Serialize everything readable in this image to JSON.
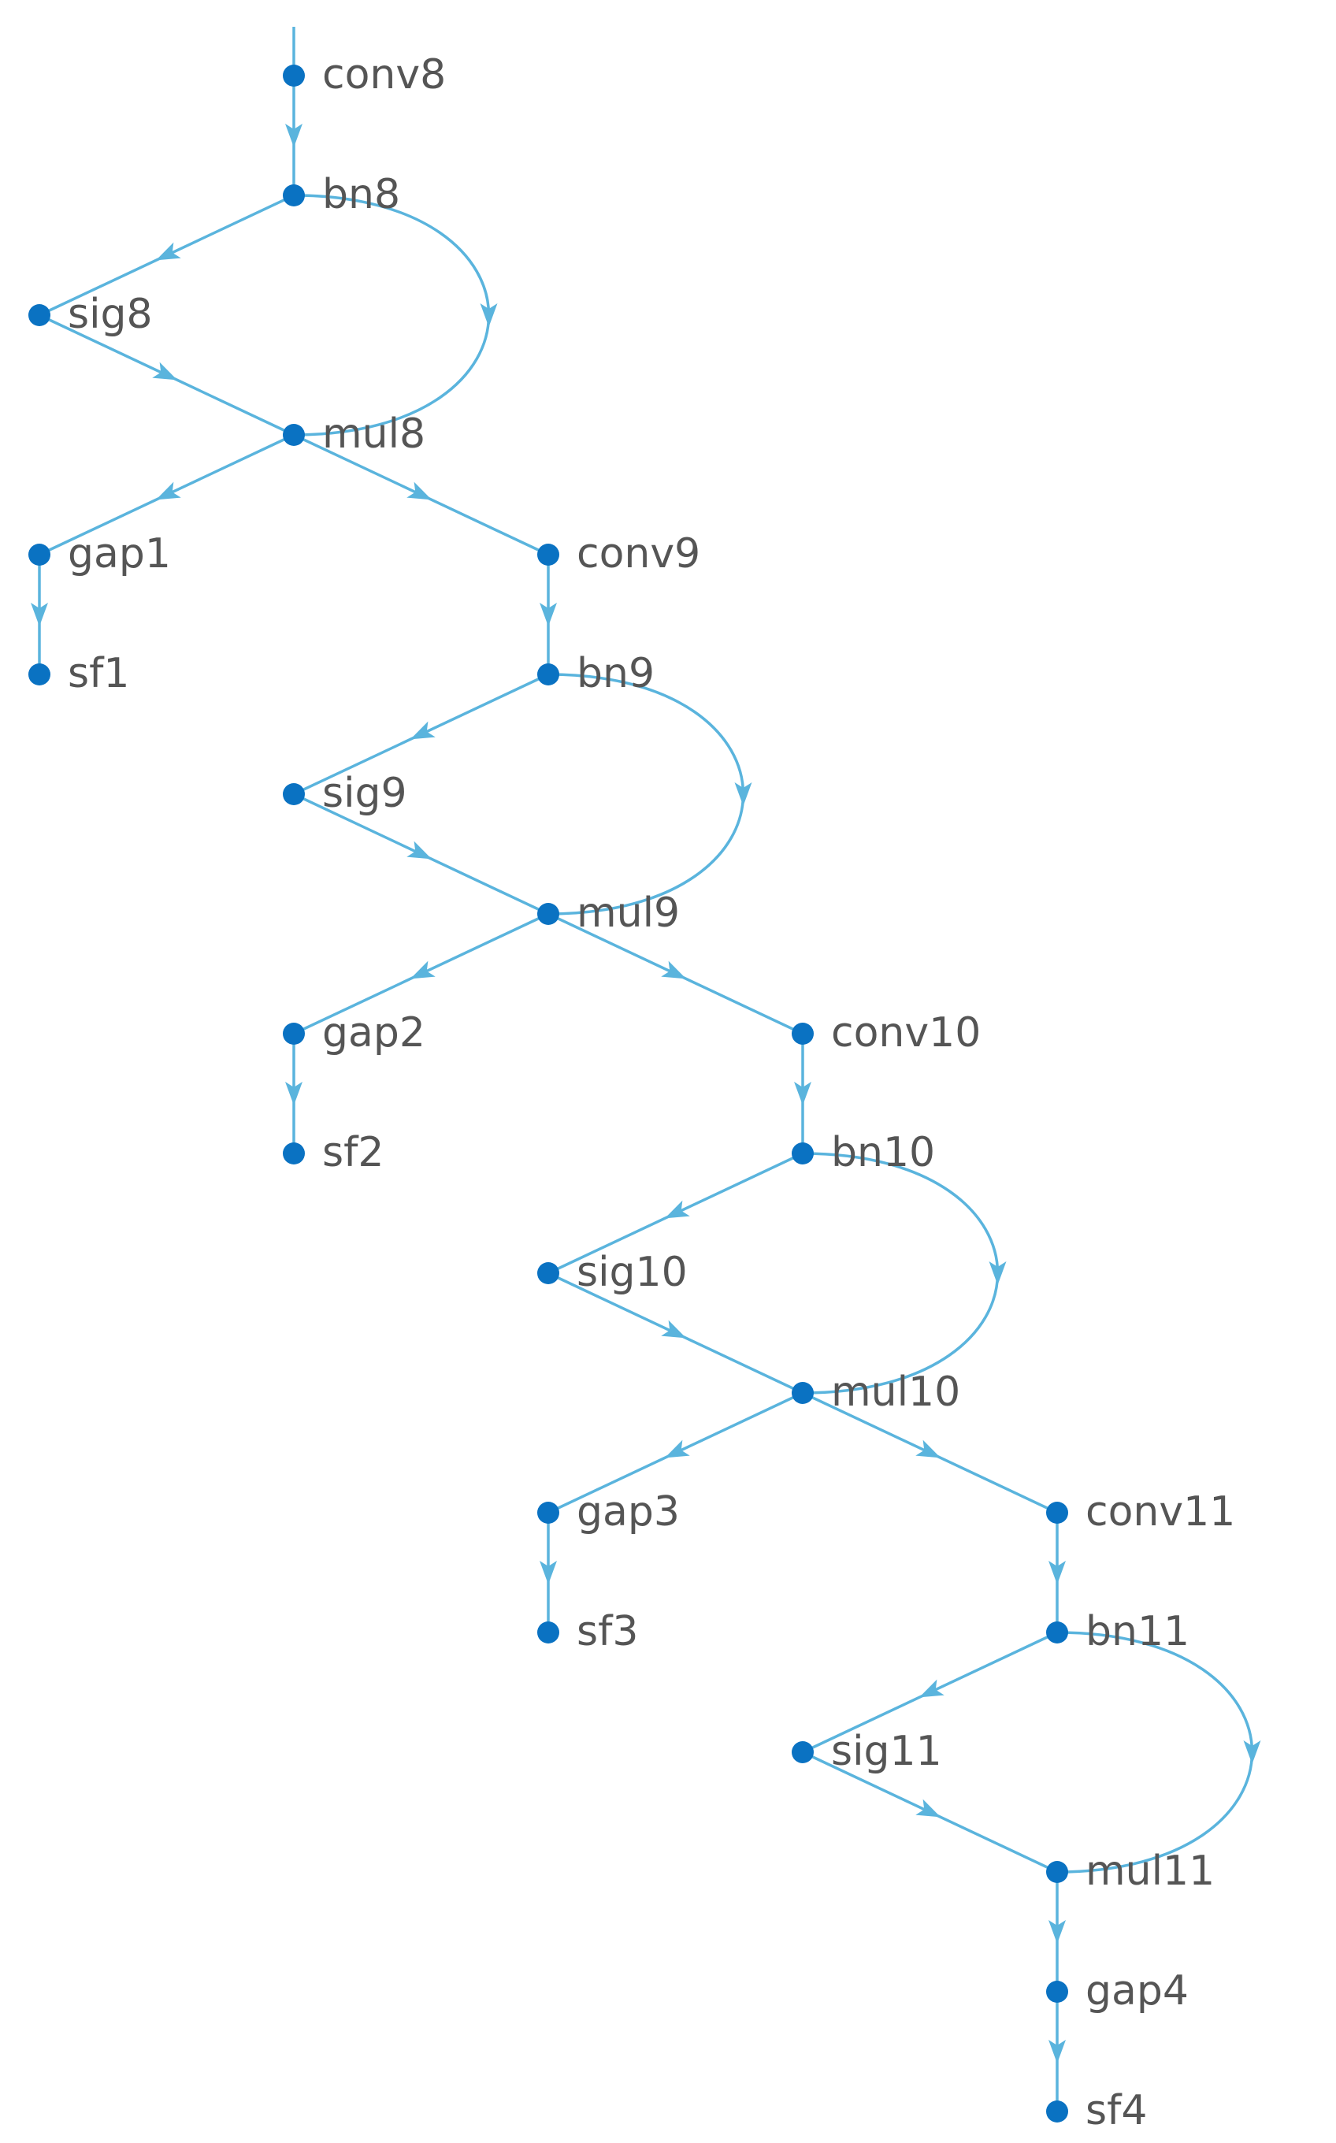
{
  "colors": {
    "edge": "#5ab4dd",
    "node": "#0a72c2",
    "label": "#555555",
    "background": "#ffffff"
  },
  "nodes": [
    {
      "id": "conv8",
      "label": "conv8"
    },
    {
      "id": "bn8",
      "label": "bn8"
    },
    {
      "id": "sig8",
      "label": "sig8"
    },
    {
      "id": "mul8",
      "label": "mul8"
    },
    {
      "id": "gap1",
      "label": "gap1"
    },
    {
      "id": "sf1",
      "label": "sf1"
    },
    {
      "id": "conv9",
      "label": "conv9"
    },
    {
      "id": "bn9",
      "label": "bn9"
    },
    {
      "id": "sig9",
      "label": "sig9"
    },
    {
      "id": "mul9",
      "label": "mul9"
    },
    {
      "id": "gap2",
      "label": "gap2"
    },
    {
      "id": "sf2",
      "label": "sf2"
    },
    {
      "id": "conv10",
      "label": "conv10"
    },
    {
      "id": "bn10",
      "label": "bn10"
    },
    {
      "id": "sig10",
      "label": "sig10"
    },
    {
      "id": "mul10",
      "label": "mul10"
    },
    {
      "id": "gap3",
      "label": "gap3"
    },
    {
      "id": "sf3",
      "label": "sf3"
    },
    {
      "id": "conv11",
      "label": "conv11"
    },
    {
      "id": "bn11",
      "label": "bn11"
    },
    {
      "id": "sig11",
      "label": "sig11"
    },
    {
      "id": "mul11",
      "label": "mul11"
    },
    {
      "id": "gap4",
      "label": "gap4"
    },
    {
      "id": "sf4",
      "label": "sf4"
    }
  ],
  "edges": [
    {
      "from": "conv8",
      "to": "bn8"
    },
    {
      "from": "bn8",
      "to": "sig8"
    },
    {
      "from": "bn8",
      "to": "mul8",
      "style": "bypass"
    },
    {
      "from": "sig8",
      "to": "mul8"
    },
    {
      "from": "mul8",
      "to": "gap1"
    },
    {
      "from": "mul8",
      "to": "conv9"
    },
    {
      "from": "gap1",
      "to": "sf1"
    },
    {
      "from": "conv9",
      "to": "bn9"
    },
    {
      "from": "bn9",
      "to": "sig9"
    },
    {
      "from": "bn9",
      "to": "mul9",
      "style": "bypass"
    },
    {
      "from": "sig9",
      "to": "mul9"
    },
    {
      "from": "mul9",
      "to": "gap2"
    },
    {
      "from": "mul9",
      "to": "conv10"
    },
    {
      "from": "gap2",
      "to": "sf2"
    },
    {
      "from": "conv10",
      "to": "bn10"
    },
    {
      "from": "bn10",
      "to": "sig10"
    },
    {
      "from": "bn10",
      "to": "mul10",
      "style": "bypass"
    },
    {
      "from": "sig10",
      "to": "mul10"
    },
    {
      "from": "mul10",
      "to": "gap3"
    },
    {
      "from": "mul10",
      "to": "conv11"
    },
    {
      "from": "gap3",
      "to": "sf3"
    },
    {
      "from": "conv11",
      "to": "bn11"
    },
    {
      "from": "bn11",
      "to": "sig11"
    },
    {
      "from": "bn11",
      "to": "mul11",
      "style": "bypass"
    },
    {
      "from": "sig11",
      "to": "mul11"
    },
    {
      "from": "mul11",
      "to": "gap4"
    },
    {
      "from": "gap4",
      "to": "sf4"
    }
  ]
}
